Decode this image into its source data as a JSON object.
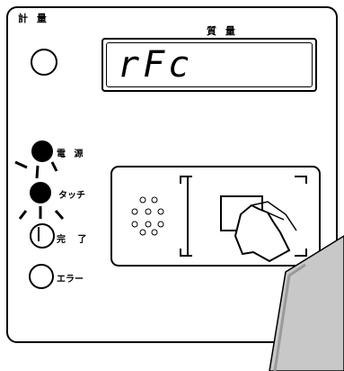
{
  "header": {
    "measure_label": "計 量",
    "mass_label": "質 量"
  },
  "display": {
    "value": "rFc"
  },
  "indicators": {
    "power_label": "電 源",
    "touch_label": "タッチ",
    "complete_label": "完 了",
    "error_label": "エラー"
  },
  "colors": {
    "led_on": "#000000",
    "card_grey": "#c8c8c8"
  }
}
